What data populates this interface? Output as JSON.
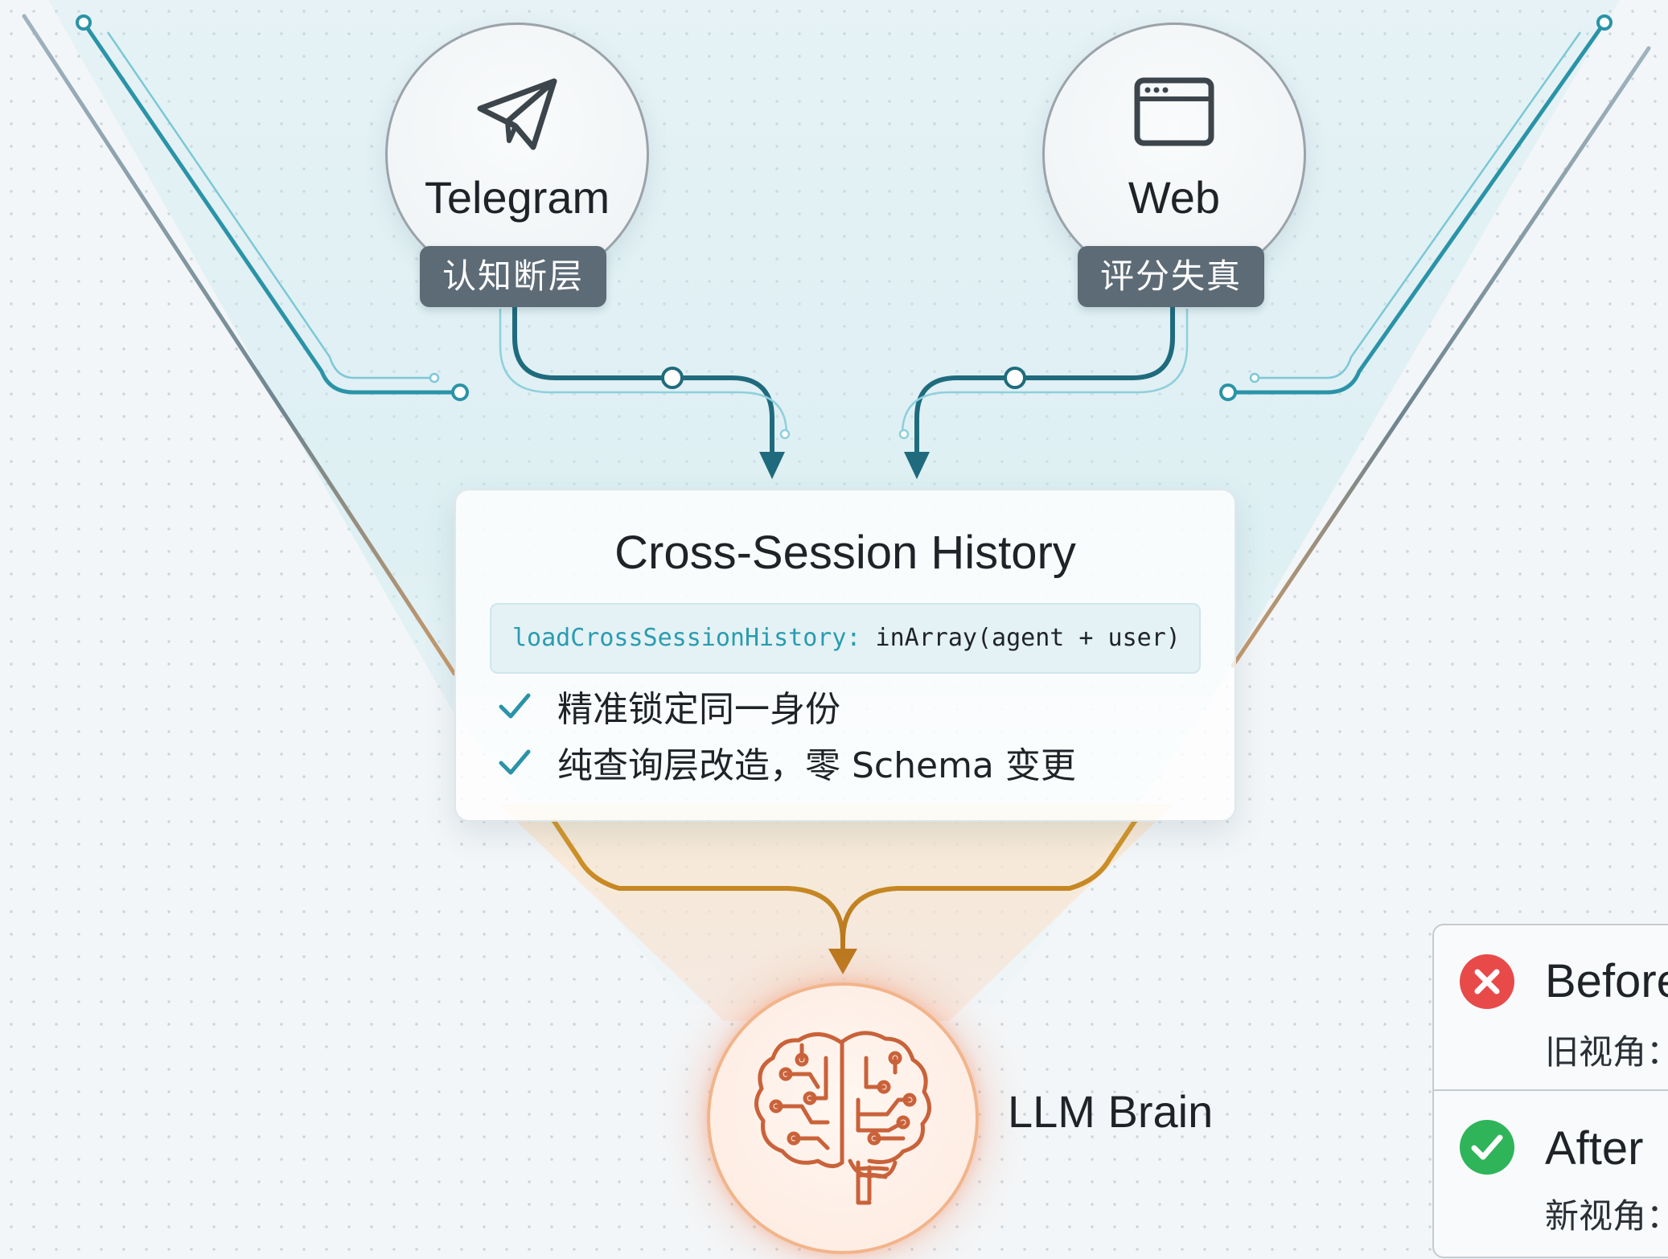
{
  "sources": {
    "telegram": {
      "label": "Telegram",
      "tag": "认知断层",
      "icon": "paper-plane-icon"
    },
    "web": {
      "label": "Web",
      "tag": "评分失真",
      "icon": "browser-window-icon"
    }
  },
  "history_card": {
    "title": "Cross-Session History",
    "code_function": "loadCrossSessionHistory:",
    "code_args": " inArray(agent + user)",
    "checks": [
      "精准锁定同一身份",
      "纯查询层改造，零 Schema 变更"
    ]
  },
  "brain": {
    "label": "LLM Brain",
    "icon": "brain-circuit-icon"
  },
  "comparison": {
    "before": {
      "title": "Before",
      "subtitle": "旧视角："
    },
    "after": {
      "title": "After",
      "subtitle": "新视角："
    }
  },
  "colors": {
    "teal": "#2a93a8",
    "teal_dark": "#1f6b7d",
    "amber": "#c98a1e",
    "brain_glow": "#f5a07a",
    "tag_bg": "#5d6b76",
    "error": "#e84a4a",
    "success": "#2fb45a"
  }
}
